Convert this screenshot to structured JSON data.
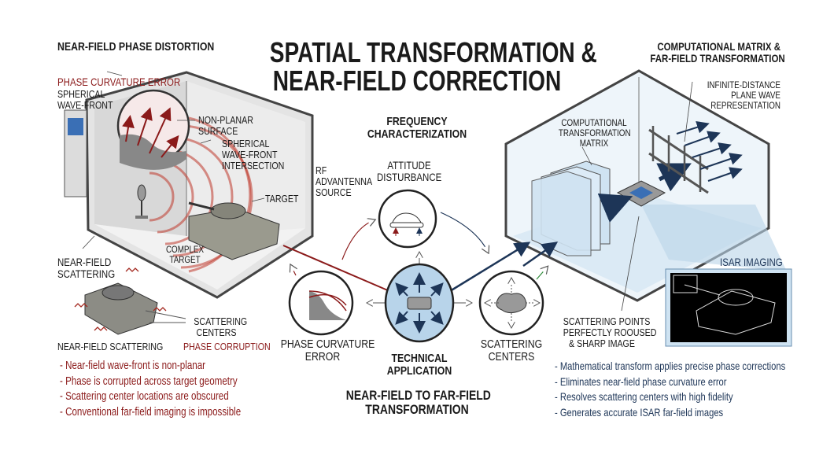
{
  "title": {
    "line1": "SPATIAL TRANSFORMATION &",
    "line2": "NEAR-FIELD CORRECTION"
  },
  "left": {
    "heading": "NEAR-FIELD PHASE DISTORTION",
    "phase_curvature_error": "PHASE CURVATURE ERROR",
    "spherical_wavefront": [
      "SPHERICAL",
      "WAVE-FRONT"
    ],
    "non_planar": [
      "NON-PLANAR",
      "SURFACE"
    ],
    "intersection": [
      "SPHERICAL",
      "WAVE-FRONT",
      "INTERSECTION"
    ],
    "rf_source": [
      "RF",
      "ADVANTENNA",
      "SOURCE"
    ],
    "target": "TARGET",
    "complex_target": [
      "COMPLEX",
      "TARGET"
    ],
    "near_field_scattering_top": [
      "NEAR-FIELD",
      "SCATTERING"
    ],
    "scattering_centers": [
      "SCATTERING",
      "CENTERS"
    ],
    "near_field_scattering": "NEAR-FIELD SCATTERING",
    "phase_corruption": "PHASE CORRUPTION",
    "bullets": [
      "Near-field wave-front is non-planar",
      "Phase is corrupted across target geometry",
      "Scattering center locations are obscured",
      "Conventional far-field imaging is impossible"
    ]
  },
  "center": {
    "frequency": [
      "FREQUENCY",
      "CHARACTERIZATION"
    ],
    "attitude": [
      "ATTITUDE",
      "DISTURBANCE"
    ],
    "phase_error": [
      "PHASE CURVATURE",
      "ERROR"
    ],
    "technical": [
      "TECHNICAL",
      "APPLICATION"
    ],
    "scattering": [
      "SCATTERING",
      "CENTERS"
    ],
    "footer": [
      "NEAR-FIELD TO FAR-FIELD",
      "TRANSFORMATION"
    ]
  },
  "right": {
    "heading": [
      "COMPUTATIONAL MATRIX &",
      "FAR-FIELD TRANSFORMATION"
    ],
    "plane_wave": [
      "INFINITE-DISTANCE",
      "PLANE WAVE",
      "REPRESENTATION"
    ],
    "matrix_label": [
      "COMPUTATIONAL",
      "TRANSFORMATION",
      "MATRIX"
    ],
    "isar": "ISAR IMAGING",
    "scattering_points": [
      "SCATTERING POINTS",
      "PERFECTLY ROOUSED",
      "& SHARP IMAGE"
    ],
    "bullets": [
      "Mathematical transform applies precise phase corrections",
      "Eliminates near-field phase curvature error",
      "Resolves scattering centers with high fidelity",
      "Generates accurate ISAR far-field images"
    ]
  },
  "colors": {
    "red": "#8b1a1a",
    "navy": "#1d3557",
    "light_blue": "#cfe3f2",
    "room_gray": "#e6e6e6"
  }
}
